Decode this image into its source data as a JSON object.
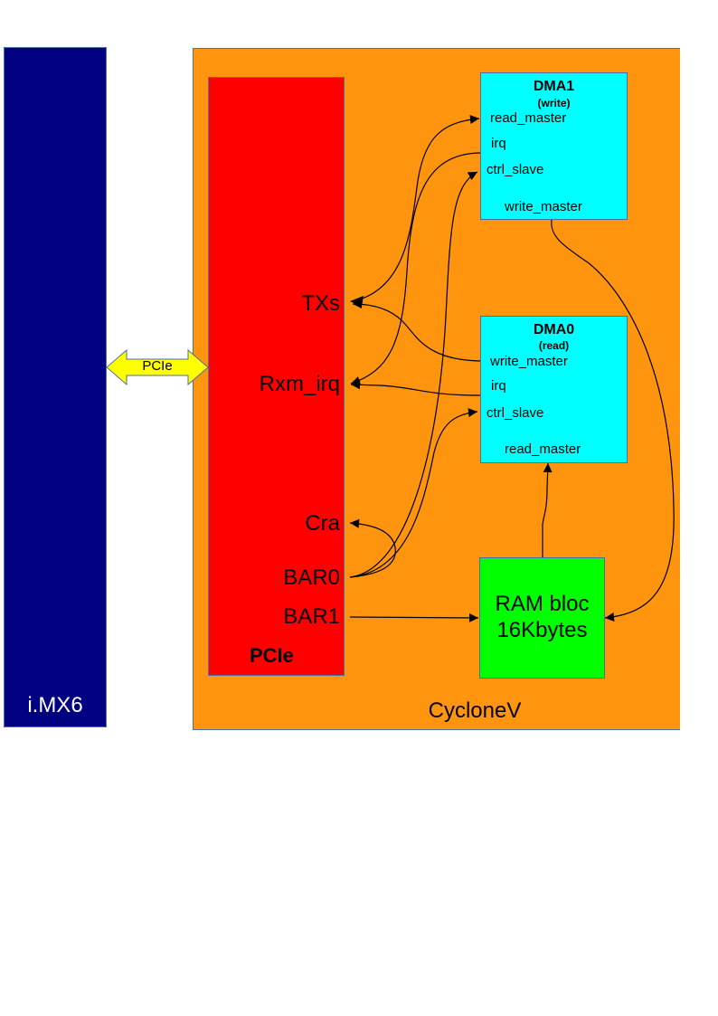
{
  "blocks": {
    "imx6": {
      "label": "i.MX6",
      "color": "#000080"
    },
    "cyclone": {
      "label": "CycloneV",
      "color": "#ff950e"
    },
    "pcie": {
      "title": "PCIe",
      "color": "#ff0000",
      "ports": [
        "TXs",
        "Rxm_irq",
        "Cra",
        "BAR0",
        "BAR1"
      ]
    },
    "dma1": {
      "title": "DMA1",
      "subtitle": "(write)",
      "color": "#00ffff",
      "ports": [
        "read_master",
        "irq",
        "ctrl_slave",
        "write_master"
      ]
    },
    "dma0": {
      "title": "DMA0",
      "subtitle": "(read)",
      "color": "#00ffff",
      "ports": [
        "write_master",
        "irq",
        "ctrl_slave",
        "read_master"
      ]
    },
    "ram": {
      "line1": "RAM bloc",
      "line2": "16Kbytes",
      "color": "#00ff00"
    }
  },
  "link": {
    "label": "PCIe",
    "color": "#ffff00"
  },
  "connections": [
    {
      "from": "PCIe.TXs",
      "to": "DMA1.read_master"
    },
    {
      "from": "DMA1.irq",
      "to": "PCIe.Rxm_irq"
    },
    {
      "from": "PCIe.BAR0",
      "to": "DMA1.ctrl_slave"
    },
    {
      "from": "DMA0.write_master",
      "to": "PCIe.TXs"
    },
    {
      "from": "DMA0.irq",
      "to": "PCIe.Rxm_irq"
    },
    {
      "from": "PCIe.BAR0",
      "to": "DMA0.ctrl_slave"
    },
    {
      "from": "PCIe.BAR0",
      "to": "PCIe.Cra"
    },
    {
      "from": "PCIe.BAR1",
      "to": "RAM"
    },
    {
      "from": "RAM",
      "to": "DMA0.read_master"
    },
    {
      "from": "DMA1.write_master",
      "to": "RAM"
    }
  ]
}
